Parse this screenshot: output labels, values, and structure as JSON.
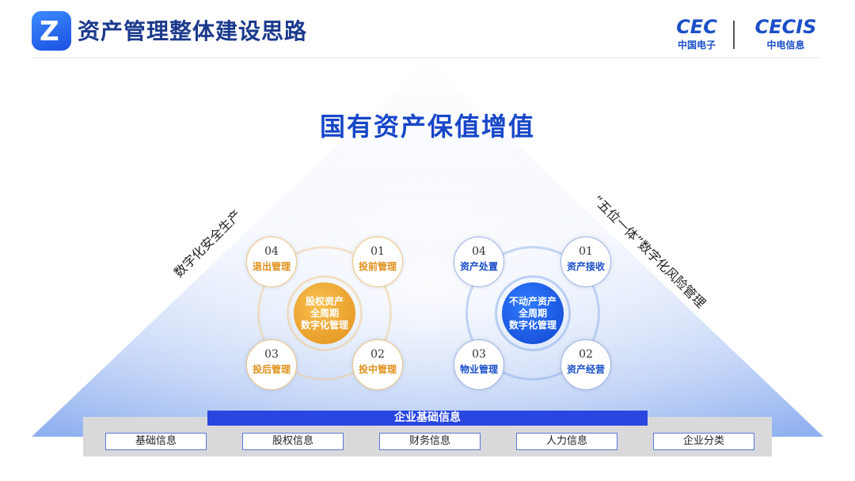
{
  "header": {
    "logo_glyph": "Z",
    "title": "资产管理整体建设思路",
    "brands": [
      {
        "name": "CEC",
        "sub": "中国电子"
      },
      {
        "name": "CECIS",
        "sub": "中电信息"
      }
    ]
  },
  "main_title": "国有资产保值增值",
  "left_side_label": "数字化安全生产",
  "right_side_label": "“五位一体”数字化风险管理",
  "equity": {
    "center": "股权资产\n全周期\n数字化管理",
    "items": [
      {
        "num": "04",
        "label": "退出管理"
      },
      {
        "num": "01",
        "label": "投前管理"
      },
      {
        "num": "03",
        "label": "投后管理"
      },
      {
        "num": "02",
        "label": "投中管理"
      }
    ]
  },
  "realestate": {
    "center": "不动产资产\n全周期\n数字化管理",
    "items": [
      {
        "num": "04",
        "label": "资产处置"
      },
      {
        "num": "01",
        "label": "资产接收"
      },
      {
        "num": "03",
        "label": "物业管理"
      },
      {
        "num": "02",
        "label": "资产经营"
      }
    ]
  },
  "base": {
    "title": "企业基础信息",
    "boxes": [
      "基础信息",
      "股权信息",
      "财务信息",
      "人力信息",
      "企业分类"
    ]
  },
  "colors": {
    "primary": "#1746c8",
    "orange": "#e8a020",
    "blue": "#1a55e0"
  }
}
